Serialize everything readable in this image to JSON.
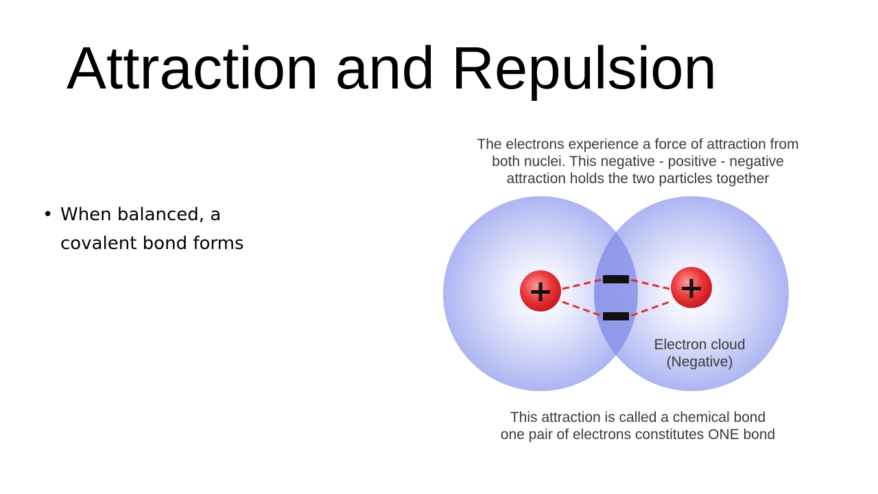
{
  "slide": {
    "title": "Attraction and Repulsion",
    "bullets": [
      {
        "symbol": "•",
        "text": "When balanced, a covalent bond forms"
      }
    ]
  },
  "diagram": {
    "caption_top": [
      "The electrons experience a force of attraction from",
      "both nuclei. This negative - positive - negative",
      "attraction holds the two particles together"
    ],
    "caption_bottom": [
      "This attraction is called a chemical bond",
      "one pair of electrons constitutes ONE bond"
    ],
    "cloud_label": [
      "Electron cloud",
      "(Negative)"
    ],
    "nucleus_symbol": "+",
    "electron_symbol": "−",
    "colors": {
      "cloud": "#a9b2f2",
      "cloud_edge": "#c8cdf6",
      "overlap": "#8a93e8",
      "nucleus": "#e0282c",
      "attraction_line": "#e03030",
      "electron": "#111111"
    }
  }
}
